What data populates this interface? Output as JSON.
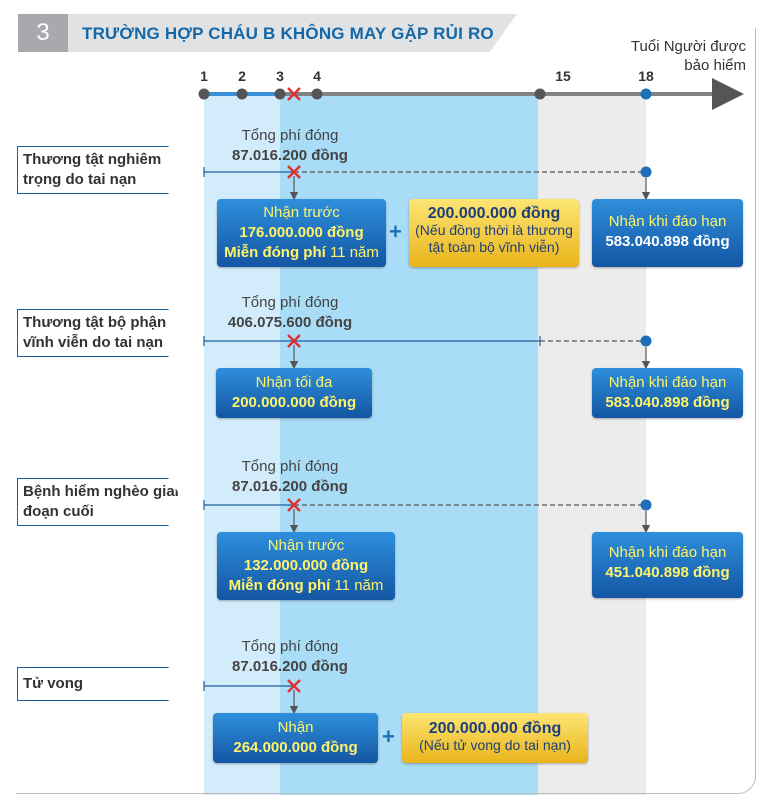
{
  "header": {
    "number": "3",
    "title": "TRƯỜNG HỢP CHÁU B KHÔNG MAY GẶP RỦI RO"
  },
  "timeline": {
    "age_heading_line1": "Tuổi Người được",
    "age_heading_line2": "bảo hiểm",
    "ticks": [
      "1",
      "2",
      "3",
      "4",
      "15",
      "18"
    ]
  },
  "cases": [
    {
      "label": "Thương tật nghiêm trọng do tai nạn",
      "premium_title": "Tổng phí đóng",
      "premium_amount": "87.016.200 đồng",
      "benefit_line1": "Nhận trước",
      "benefit_line2": "176.000.000 đồng",
      "benefit_line3_bold": "Miễn đóng phí",
      "benefit_line3_rest": " 11 năm",
      "extra_amount": "200.000.000 đồng",
      "extra_note": "(Nếu đồng thời là thương tật toàn bộ vĩnh viễn)",
      "maturity_line1": "Nhận khi đáo hạn",
      "maturity_line2": "583.040.898 đồng"
    },
    {
      "label": "Thương tật bộ phận vĩnh viễn do tai nạn",
      "premium_title": "Tổng phí đóng",
      "premium_amount": "406.075.600 đồng",
      "benefit_line1": "Nhận tối đa",
      "benefit_line2": "200.000.000 đồng",
      "maturity_line1": "Nhận khi đáo hạn",
      "maturity_line2": "583.040.898 đồng"
    },
    {
      "label": "Bệnh hiểm nghèo giai đoạn cuối",
      "premium_title": "Tổng phí đóng",
      "premium_amount": "87.016.200 đồng",
      "benefit_line1": "Nhận trước",
      "benefit_line2": "132.000.000 đồng",
      "benefit_line3_bold": "Miễn đóng phí",
      "benefit_line3_rest": " 11 năm",
      "maturity_line1": "Nhận khi đáo hạn",
      "maturity_line2": "451.040.898 đồng"
    },
    {
      "label": "Tử vong",
      "premium_title": "Tổng phí đóng",
      "premium_amount": "87.016.200 đồng",
      "benefit_line1": "Nhận",
      "benefit_line2": "264.000.000 đồng",
      "extra_amount": "200.000.000 đồng",
      "extra_note": "(Nếu tử vong do tai nạn)"
    }
  ],
  "plus_sign": "+",
  "colors": {
    "accent_blue": "#1468a8",
    "box_blue": "#1d6fb8",
    "gold": "#f3c93a",
    "highlight_yellow": "#fff36a"
  }
}
